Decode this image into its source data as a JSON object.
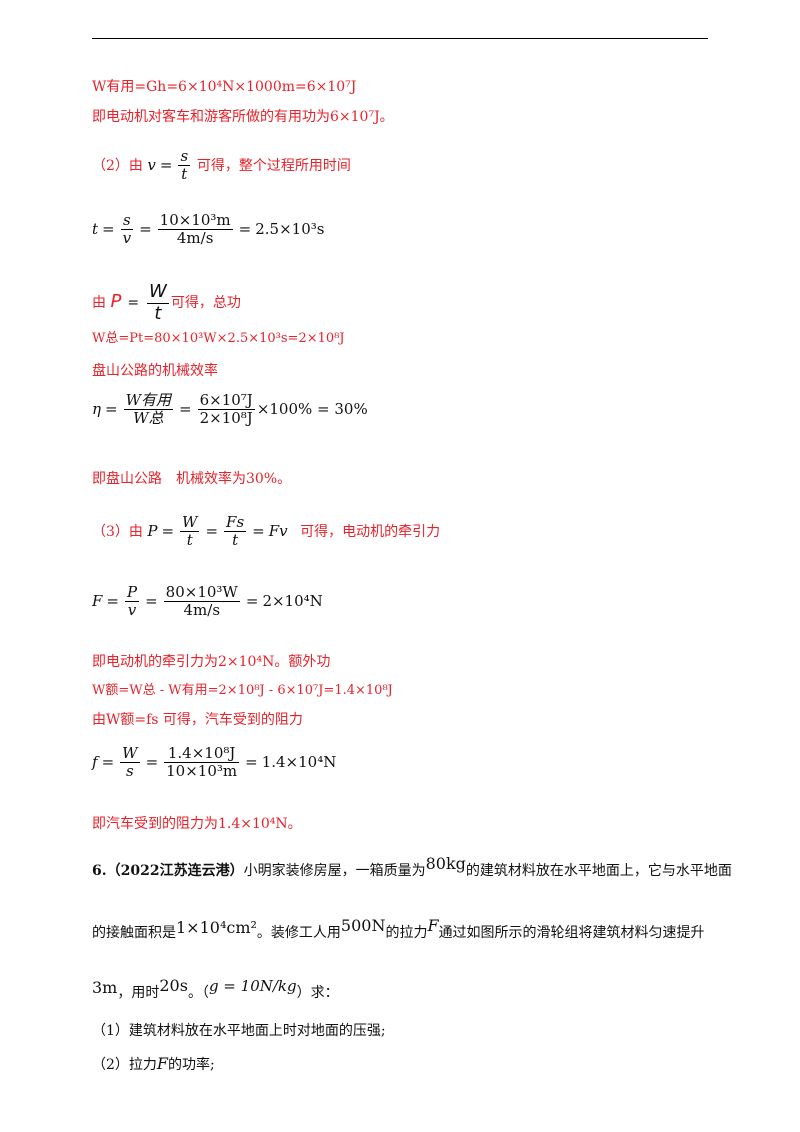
{
  "colors": {
    "answer": "#e8222a",
    "text": "#111111"
  },
  "sol": {
    "l1": "W有用=Gh=6×10⁴N×1000m=6×10⁷J",
    "l2": "即电动机对客车和游客所做的有用功为6×10⁷J。",
    "l3_pre": "（2）由",
    "l3_v": "v",
    "l3_s": "s",
    "l3_t": "t",
    "l3_post": "可得，整个过程所用时间",
    "eq1_lhs": "t",
    "eq1_num": "10×10³m",
    "eq1_den": "4m/s",
    "eq1_res": "2.5×10³s",
    "l4_pre": "由",
    "l4_P": "P",
    "l4_W": "W",
    "l4_t": "t",
    "l4_post": "可得，总功",
    "l5": "W总=Pt=80×10³W×2.5×10³s=2×10⁸J",
    "l6": "盘山公路的机械效率",
    "eq2_lhs": "η",
    "eq2_num1": "W有用",
    "eq2_den1": "W总",
    "eq2_num2": "6×10⁷J",
    "eq2_den2": "2×10⁸J",
    "eq2_tail": "×100% = 30%",
    "l7": "即盘山公路　机械效率为30%。",
    "l8_pre": "（3）由",
    "l8_post": "可得，电动机的牵引力",
    "eq3_lhs": "F",
    "eq3_num": "80×10³W",
    "eq3_den": "4m/s",
    "eq3_res": "2×10⁴N",
    "l9": "即电动机的牵引力为2×10⁴N。额外功",
    "l10": "W额=W总 - W有用=2×10⁸J - 6×10⁷J=1.4×10⁸J",
    "l11": "由W额=fs 可得，汽车受到的阻力",
    "eq4_lhs": "f",
    "eq4_num": "1.4×10⁸J",
    "eq4_den": "10×10³m",
    "eq4_res": "1.4×10⁴N",
    "l12": "即汽车受到的阻力为1.4×10⁴N。"
  },
  "q6": {
    "num": "6.",
    "source": "（2022江苏连云港）",
    "t1a": "小明家装修房屋，一箱质量为",
    "mass": "80kg",
    "t1b": "的建筑材料放在水平地面上，它与水平地面",
    "t2a": "的接触面积是",
    "area": "1×10⁴cm²",
    "t2b": "。装修工人用",
    "force": "500N",
    "t2c": "的拉力",
    "F": "F",
    "t2d": "通过如图所示的滑轮组将建筑材料匀速提升",
    "height": "3m",
    "t3a": "，用时",
    "time": "20s",
    "t3b": "。（",
    "g": "g = 10N/kg",
    "t3c": "）求：",
    "s1": "（1）建筑材料放在水平地面上时对地面的压强;",
    "s2a": "（2）拉力",
    "s2b": "的功率;"
  }
}
